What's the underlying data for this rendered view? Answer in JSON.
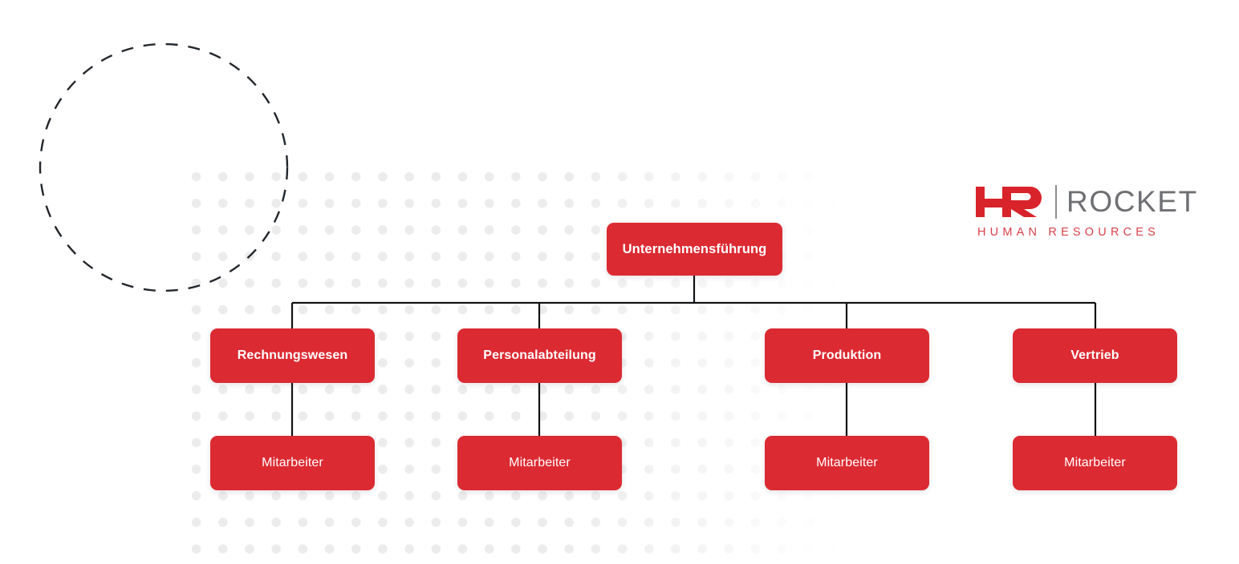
{
  "brand": {
    "logo_mark_text": "HR",
    "logo_word": "ROCKET",
    "logo_tagline": "HUMAN RESOURCES",
    "red": "#dc2a32",
    "gray": "#6f7073",
    "tagline_red": "#d8424b"
  },
  "chart_title": "",
  "org_chart": {
    "root": {
      "label": "Unternehmensführung",
      "level": 0
    },
    "departments": [
      {
        "label": "Rechnungswesen",
        "level": 1,
        "child": {
          "label": "Mitarbeiter",
          "level": 2
        }
      },
      {
        "label": "Personalabteilung",
        "level": 1,
        "child": {
          "label": "Mitarbeiter",
          "level": 2
        }
      },
      {
        "label": "Produktion",
        "level": 1,
        "child": {
          "label": "Mitarbeiter",
          "level": 2
        }
      },
      {
        "label": "Vertrieb",
        "level": 1,
        "child": {
          "label": "Mitarbeiter",
          "level": 2
        }
      }
    ]
  },
  "decoration": {
    "dashed_circle": "dashed-circle-outline",
    "dot_grid": "dot-grid-pattern"
  }
}
